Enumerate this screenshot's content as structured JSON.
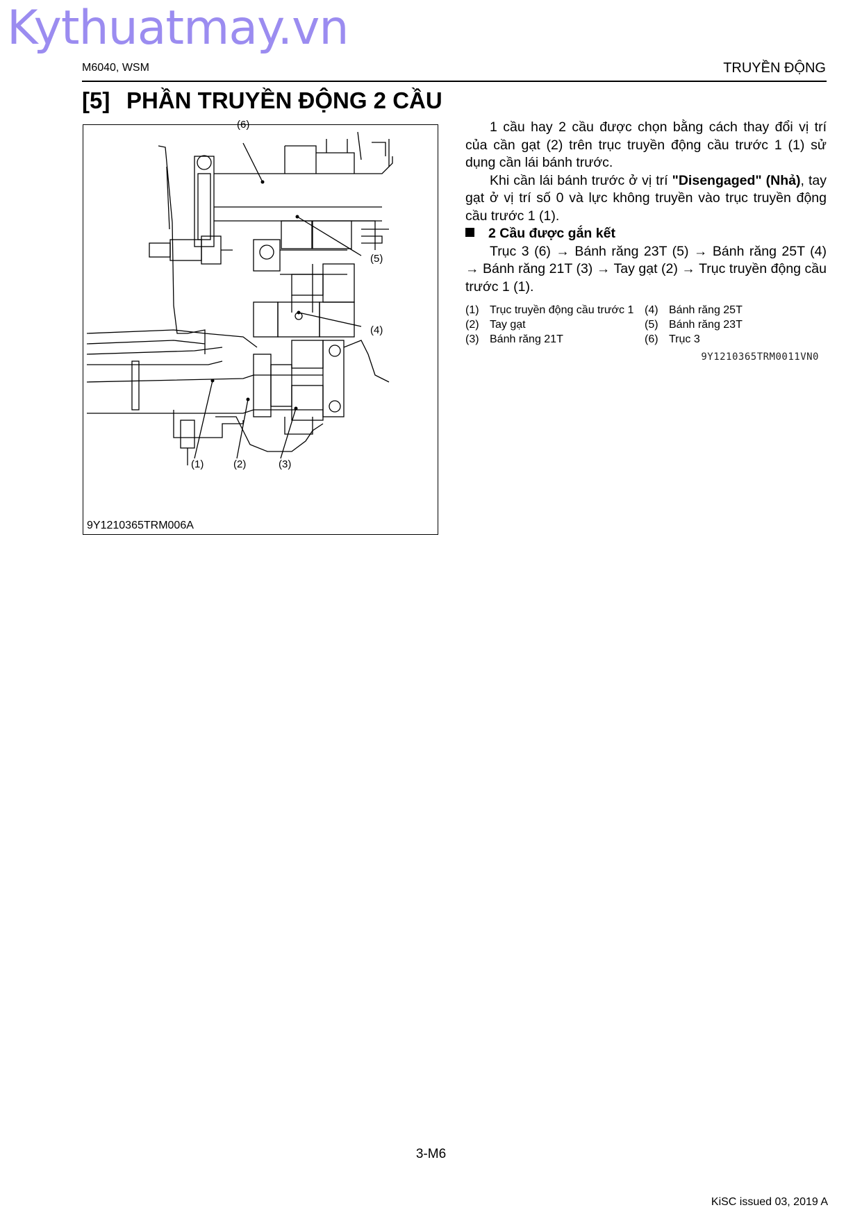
{
  "watermark": "Kythuatmay.vn",
  "header": {
    "left": "M6040, WSM",
    "right": "TRUYỀN ĐỘNG"
  },
  "section": {
    "number": "[5]",
    "title": "PHẦN TRUYỀN ĐỘNG 2 CẦU"
  },
  "figure": {
    "code": "9Y1210365TRM006A",
    "callouts": [
      "(1)",
      "(2)",
      "(3)",
      "(4)",
      "(5)",
      "(6)"
    ]
  },
  "body": {
    "p1": "1 cầu hay 2 cầu được chọn bằng cách thay đổi vị trí của cần gạt (2) trên trục truyền động cầu trước 1 (1) sử dụng cần lái bánh trước.",
    "p2_pre": "Khi cần lái bánh trước ở vị trí ",
    "p2_bold": "\"Disengaged\" (Nhả)",
    "p2_post": ", tay gạt ở vị trí số 0 và lực không truyền vào trục truyền động cầu trước 1 (1).",
    "subhead": "2 Cầu được gắn kết",
    "p3": "Trục 3 (6) → Bánh răng 23T (5) → Bánh răng 25T (4) → Bánh răng 21T (3) → Tay gạt (2) → Trục truyền động cầu trước 1 (1)."
  },
  "legend": [
    [
      {
        "n": "(1)",
        "t": "Trục truyền động cầu trước 1"
      },
      {
        "n": "(4)",
        "t": "Bánh răng 25T"
      }
    ],
    [
      {
        "n": "(2)",
        "t": "Tay gạt"
      },
      {
        "n": "(5)",
        "t": "Bánh răng 23T"
      }
    ],
    [
      {
        "n": "(3)",
        "t": "Bánh răng 21T"
      },
      {
        "n": "(6)",
        "t": "Trục 3"
      }
    ]
  ],
  "ref_code": "9Y1210365TRM0011VN0",
  "page_number": "3-M6",
  "footer": "KiSC issued 03, 2019 A"
}
